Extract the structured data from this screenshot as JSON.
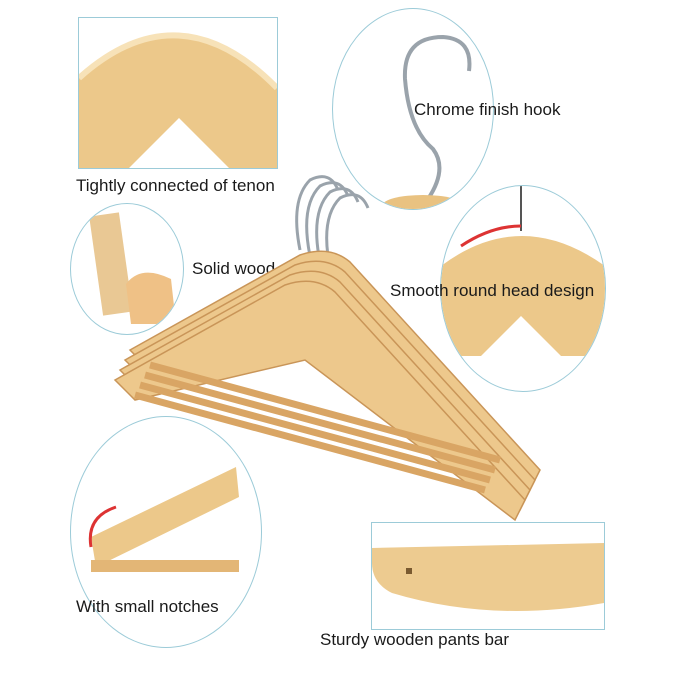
{
  "callouts": {
    "tenon": "Tightly connected of tenon",
    "hook": "Chrome finish hook",
    "solid_wood": "Solid wood",
    "round_head": "Smooth round head design",
    "notches": "With small notches",
    "pants_bar": "Sturdy wooden pants bar"
  }
}
